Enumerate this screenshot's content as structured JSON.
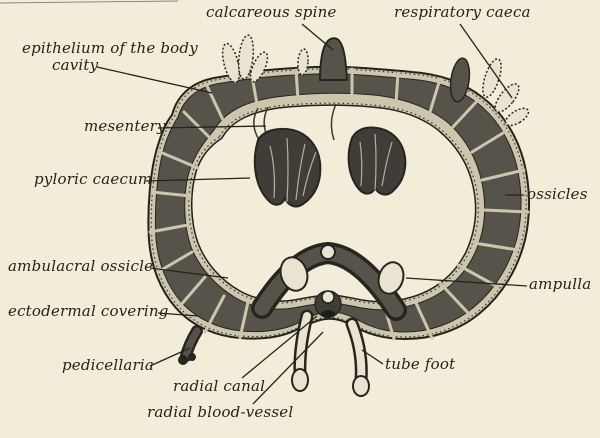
{
  "palette": {
    "bg": "#f2edd9",
    "ink": "#23221c",
    "wall": "#56534a",
    "band": "#ccc6ad",
    "organ": "#3f3d37",
    "light": "#e9e4d0"
  },
  "figure": {
    "subject": "transverse section of a starfish ray"
  },
  "labels": [
    {
      "id": "calcareous-spine",
      "text": "calcareous spine"
    },
    {
      "id": "respiratory-caeca",
      "text": "respiratory caeca"
    },
    {
      "id": "epithelium-line1",
      "text": "epithelium of the body"
    },
    {
      "id": "epithelium-line2",
      "text": "cavity"
    },
    {
      "id": "mesentery",
      "text": "mesentery"
    },
    {
      "id": "pyloric-caecum",
      "text": "pyloric caecum"
    },
    {
      "id": "ossicles",
      "text": "ossicles"
    },
    {
      "id": "ambulacral-ossicle",
      "text": "ambulacral ossicle"
    },
    {
      "id": "ampulla",
      "text": "ampulla"
    },
    {
      "id": "ectodermal-covering",
      "text": "ectodermal covering"
    },
    {
      "id": "pedicellaria",
      "text": "pedicellaria"
    },
    {
      "id": "radial-canal",
      "text": "radial canal"
    },
    {
      "id": "tube-foot",
      "text": "tube foot"
    },
    {
      "id": "radial-blood-vessel",
      "text": "radial blood-vessel"
    }
  ]
}
